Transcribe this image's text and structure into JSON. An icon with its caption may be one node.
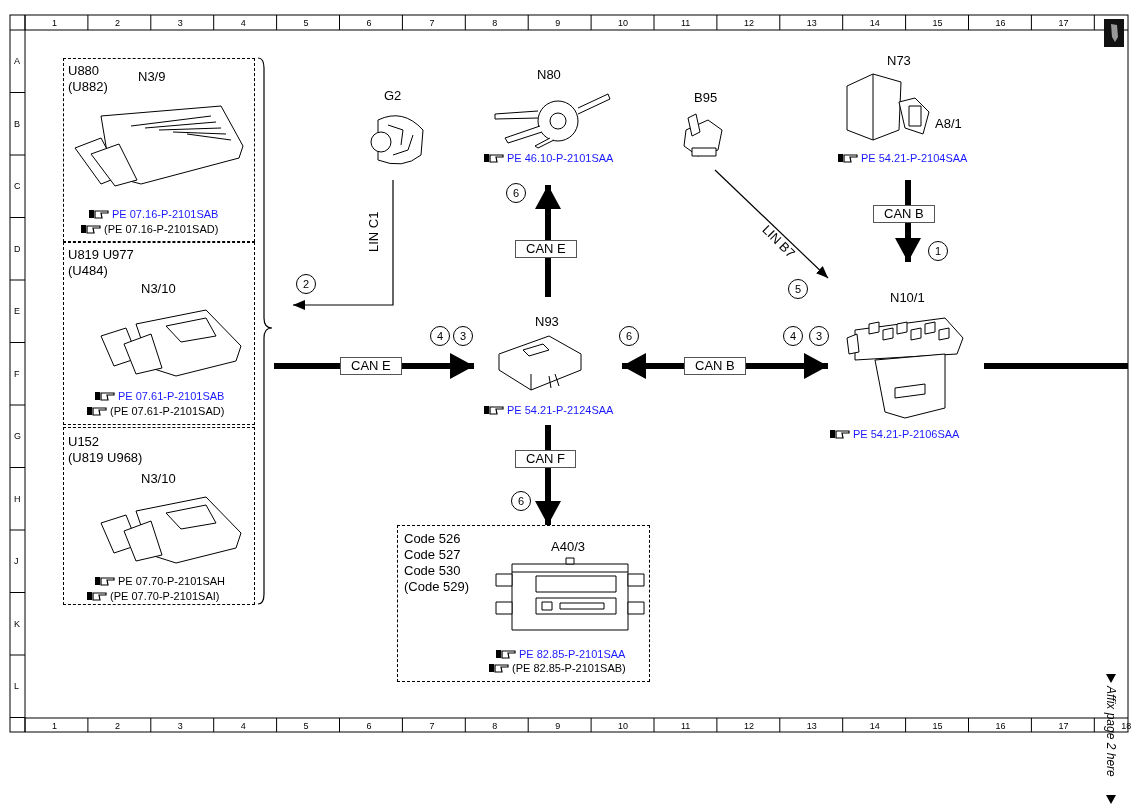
{
  "diagram": {
    "nodes": [
      {
        "text": [
          "U880 (U882)",
          "N3/9",
          "PE 07.16-P-2101SAB",
          "(PE 07.16-P-2101SAD)"
        ]
      },
      {
        "text": [
          "U819 U977 (U484)",
          "N3/10",
          "PE 07.61-P-2101SAB",
          "(PE 07.61-P-2101SAD)"
        ]
      },
      {
        "text": [
          "U152 (U819 U968)",
          "N3/10",
          "PE 07.70-P-2101SAH",
          "(PE 07.70-P-2101SAI)"
        ]
      },
      {
        "text": [
          "G2"
        ]
      },
      {
        "text": [
          "N80",
          "PE 46.10-P-2101SAA"
        ]
      },
      {
        "text": [
          "B95"
        ]
      },
      {
        "text": [
          "N73",
          "A8/1",
          "PE 54.21-P-2104SAA"
        ]
      },
      {
        "text": [
          "N93",
          "PE 54.21-P-2124SAA"
        ]
      },
      {
        "text": [
          "N10/1",
          "PE 54.21-P-2106SAA"
        ]
      },
      {
        "text": [
          "Code 526 Code 527 Code 530 (Code 529)",
          "A40/3",
          "PE 82.85-P-2101SAA",
          "(PE 82.85-P-2101SAB)"
        ]
      },
      {
        "text": [
          "2"
        ]
      },
      {
        "text": [],
        "shape": "brace"
      },
      {
        "text": [
          "6"
        ]
      },
      {
        "text": [
          "1"
        ]
      },
      {
        "text": [
          "5"
        ]
      },
      {
        "text": [
          "4"
        ]
      },
      {
        "text": [
          "3"
        ]
      },
      {
        "text": [
          "6"
        ]
      },
      {
        "text": [
          "4"
        ]
      },
      {
        "text": [
          "3"
        ]
      },
      {
        "text": [
          "6"
        ]
      }
    ],
    "edges": [
      {
        "from": 11,
        "to": 7,
        "arrow": "to",
        "label": "CAN E"
      },
      {
        "from": 3,
        "to": 10,
        "arrow": "to",
        "label": "LIN C1"
      },
      {
        "from": 7,
        "to": 4,
        "arrow": "to",
        "label": "CAN E"
      },
      {
        "from": 5,
        "to": 8,
        "arrow": "to",
        "label": "LIN B7"
      },
      {
        "from": 6,
        "to": 8,
        "arrow": "to",
        "label": "CAN B"
      },
      {
        "from": 7,
        "to": 8,
        "arrow": "both",
        "label": "CAN B"
      },
      {
        "from": 7,
        "to": 9,
        "arrow": "to",
        "label": "CAN F"
      },
      {
        "from": 8,
        "to": null,
        "arrow": "none"
      }
    ],
    "labels": [
      "1",
      "2",
      "3",
      "4",
      "5",
      "6",
      "7",
      "8",
      "9",
      "10",
      "11",
      "12",
      "13",
      "14",
      "15",
      "16",
      "17",
      "A",
      "B",
      "C",
      "D",
      "E",
      "F",
      "G",
      "H",
      "J",
      "K",
      "L",
      "1",
      "2",
      "3",
      "4",
      "5",
      "6",
      "7",
      "8",
      "9",
      "10",
      "11",
      "12",
      "13",
      "14",
      "15",
      "16",
      "17",
      "18",
      "Affix page 2 here"
    ]
  }
}
